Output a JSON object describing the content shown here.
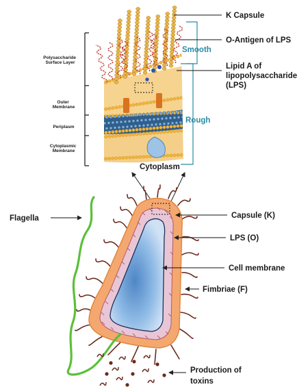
{
  "inset": {
    "left_labels": [
      [
        "Polysaccharide",
        "Surface Layer"
      ],
      [
        "Outer",
        "Membrane"
      ],
      [
        "Periplasm"
      ],
      [
        "Cytoplasmic",
        "Membrane"
      ]
    ],
    "right_labels": {
      "k_capsule": "K Capsule",
      "o_antigen": "O-Antigen of LPS",
      "lipid_a": [
        "Lipid A of",
        "lipopolysaccharide",
        "(LPS)"
      ]
    },
    "smooth": "Smooth",
    "rough": "Rough",
    "cytoplasm": "Cytoplasm"
  },
  "cell_labels": {
    "flagella": "Flagella",
    "capsule": "Capsule (K)",
    "lps": "LPS (O)",
    "cell_membrane": "Cell membrane",
    "fimbriae": "Fimbriae (F)",
    "toxins": [
      "Production of",
      "toxins"
    ]
  },
  "colors": {
    "teal": "#2b8aa6",
    "capsule_orange": "#f4a870",
    "cell_blue": "#7fb0e0",
    "flagella_green": "#5cbf3a",
    "fimbriae": "#6b2a1e",
    "lps_red": "#c0392b",
    "k_chain_gold": "#e8b54a"
  }
}
